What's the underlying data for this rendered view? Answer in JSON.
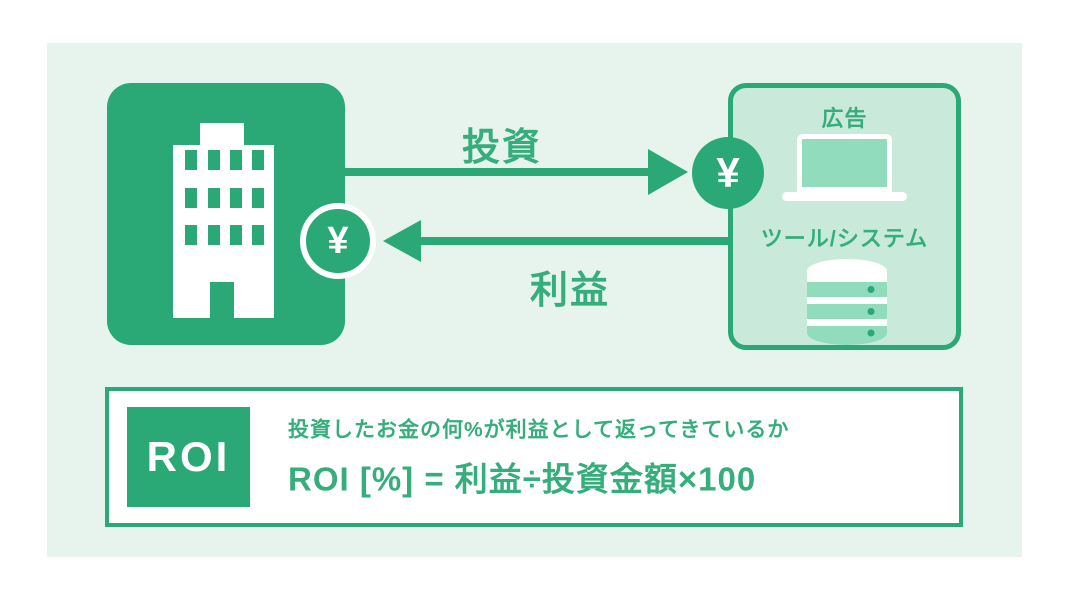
{
  "colors": {
    "brand_green": "#2aa876",
    "text_green": "#36ae7c",
    "panel_mint": "#e7f4ee",
    "box_mint": "#c9e9da",
    "icon_mint": "#90dcbc",
    "white": "#ffffff"
  },
  "diagram": {
    "yen": "¥",
    "investment_label": "投資",
    "profit_label": "利益",
    "company": {
      "icon": "building-icon"
    },
    "spend_box": {
      "ad_label": "広告",
      "ad_icon": "laptop-icon",
      "tools_label": "ツール/システム",
      "tools_icon": "database-icon"
    }
  },
  "definition": {
    "term": "ROI",
    "description": "投資したお金の何%が利益として返ってきているか",
    "formula": "ROI [%] = 利益÷投資金額×100"
  }
}
